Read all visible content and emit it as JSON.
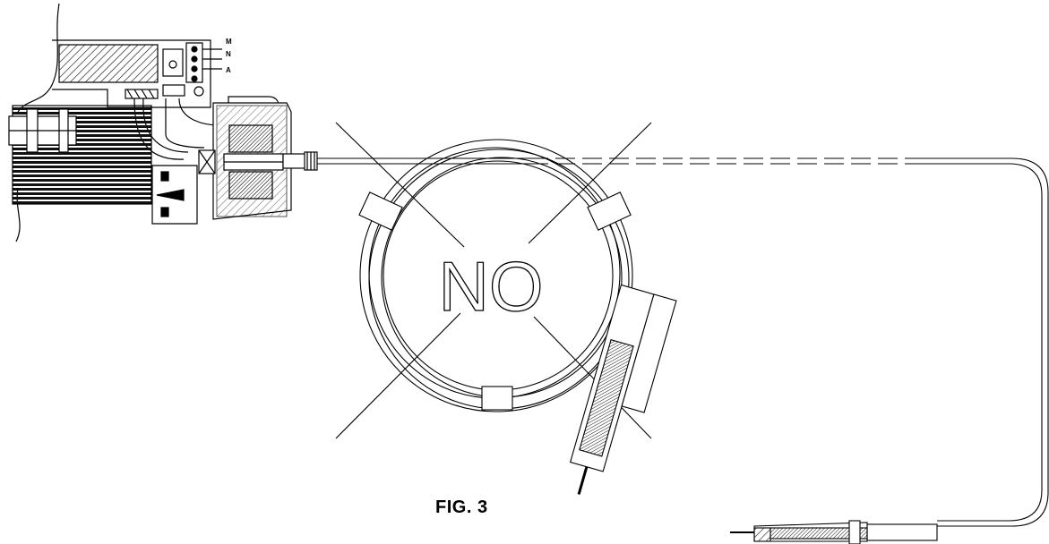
{
  "figure": {
    "caption": "FIG. 3",
    "forbidden_mark_text": "NO",
    "terminal_labels": [
      "M",
      "N",
      "A"
    ]
  },
  "colors": {
    "line": "#000000",
    "background": "#ffffff",
    "hatch": "#1a1a1a"
  },
  "icons": [
    "burner-assembly-icon",
    "coiled-capillary-icon",
    "bulb-sensor-icon",
    "cross-out-icon"
  ]
}
